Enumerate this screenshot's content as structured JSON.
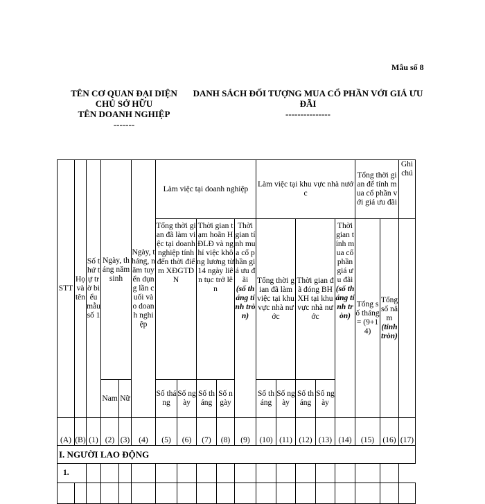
{
  "form_number": "Mẫu số 8",
  "left_header": {
    "line1": "TÊN CƠ QUAN ĐẠI DIỆN",
    "line2": "CHỦ SỞ HỮU",
    "line3": "TÊN DOANH NGHIỆP",
    "dash": "-------"
  },
  "right_header": {
    "title": "DANH SÁCH ĐỐI TƯỢNG MUA CỔ PHẦN VỚI GIÁ ƯU ĐÃI",
    "dash": "---------------"
  },
  "table": {
    "h_stt": "STT",
    "h_name": "Họ và tên",
    "h_number": "Số thứ tự trờ biểu mẫu số 1",
    "h_birth": "Ngày, tháng năm sinh",
    "h_recruit": "Ngày, tháng, năm tuyển dụng lần cuối vào doanh nghiệp",
    "h_work_dn": "Làm việc tại doanh nghiệp",
    "h_work_nn": "Làm việc tại khu vực nhà nước",
    "h_total_time": "Tổng thời gian để tính mua cổ phần với giá ưu đãi",
    "h_note": "Ghi chú",
    "h_c5": "Tổng thời gian đã làm việc tại doanh nghiệp tính đến thời điểm XĐGTDN",
    "h_c7": "Thời gian tạm hoãn HĐLĐ và nghỉ việc không lương từ 14 ngày liên tục trở lên",
    "h_c9a": "Thời gian tính mua cổ phần giá ưu đãi",
    "h_c9b": "(số tháng tính tròn)",
    "h_c10": "Tổng thời gian đã làm việc tại khu vực nhà nước",
    "h_c12": "Thời gian đã đóng BHXH tại khu vực nhà nước",
    "h_c14a": "Thời gian tính mua cổ phần giá ưu đãi",
    "h_c14b": "(số tháng tính tròn)",
    "h_c15": "Tổng số tháng = (9+14)",
    "h_c16a": "Tổng số năm",
    "h_c16b": "(tính tròn)",
    "male": "Nam",
    "female": "Nữ",
    "months": "Số tháng",
    "days": "Số ngày",
    "colnums": [
      "(A)",
      "(B)",
      "(1)",
      "(2)",
      "(3)",
      "(4)",
      "(5)",
      "(6)",
      "(7)",
      "(8)",
      "(9)",
      "(10)",
      "(11)",
      "(12)",
      "(13)",
      "(14)",
      "(15)",
      "(16)",
      "(17)"
    ],
    "section_label": "I. NGƯỜI LAO ĐỘNG",
    "row1_label": "1."
  }
}
